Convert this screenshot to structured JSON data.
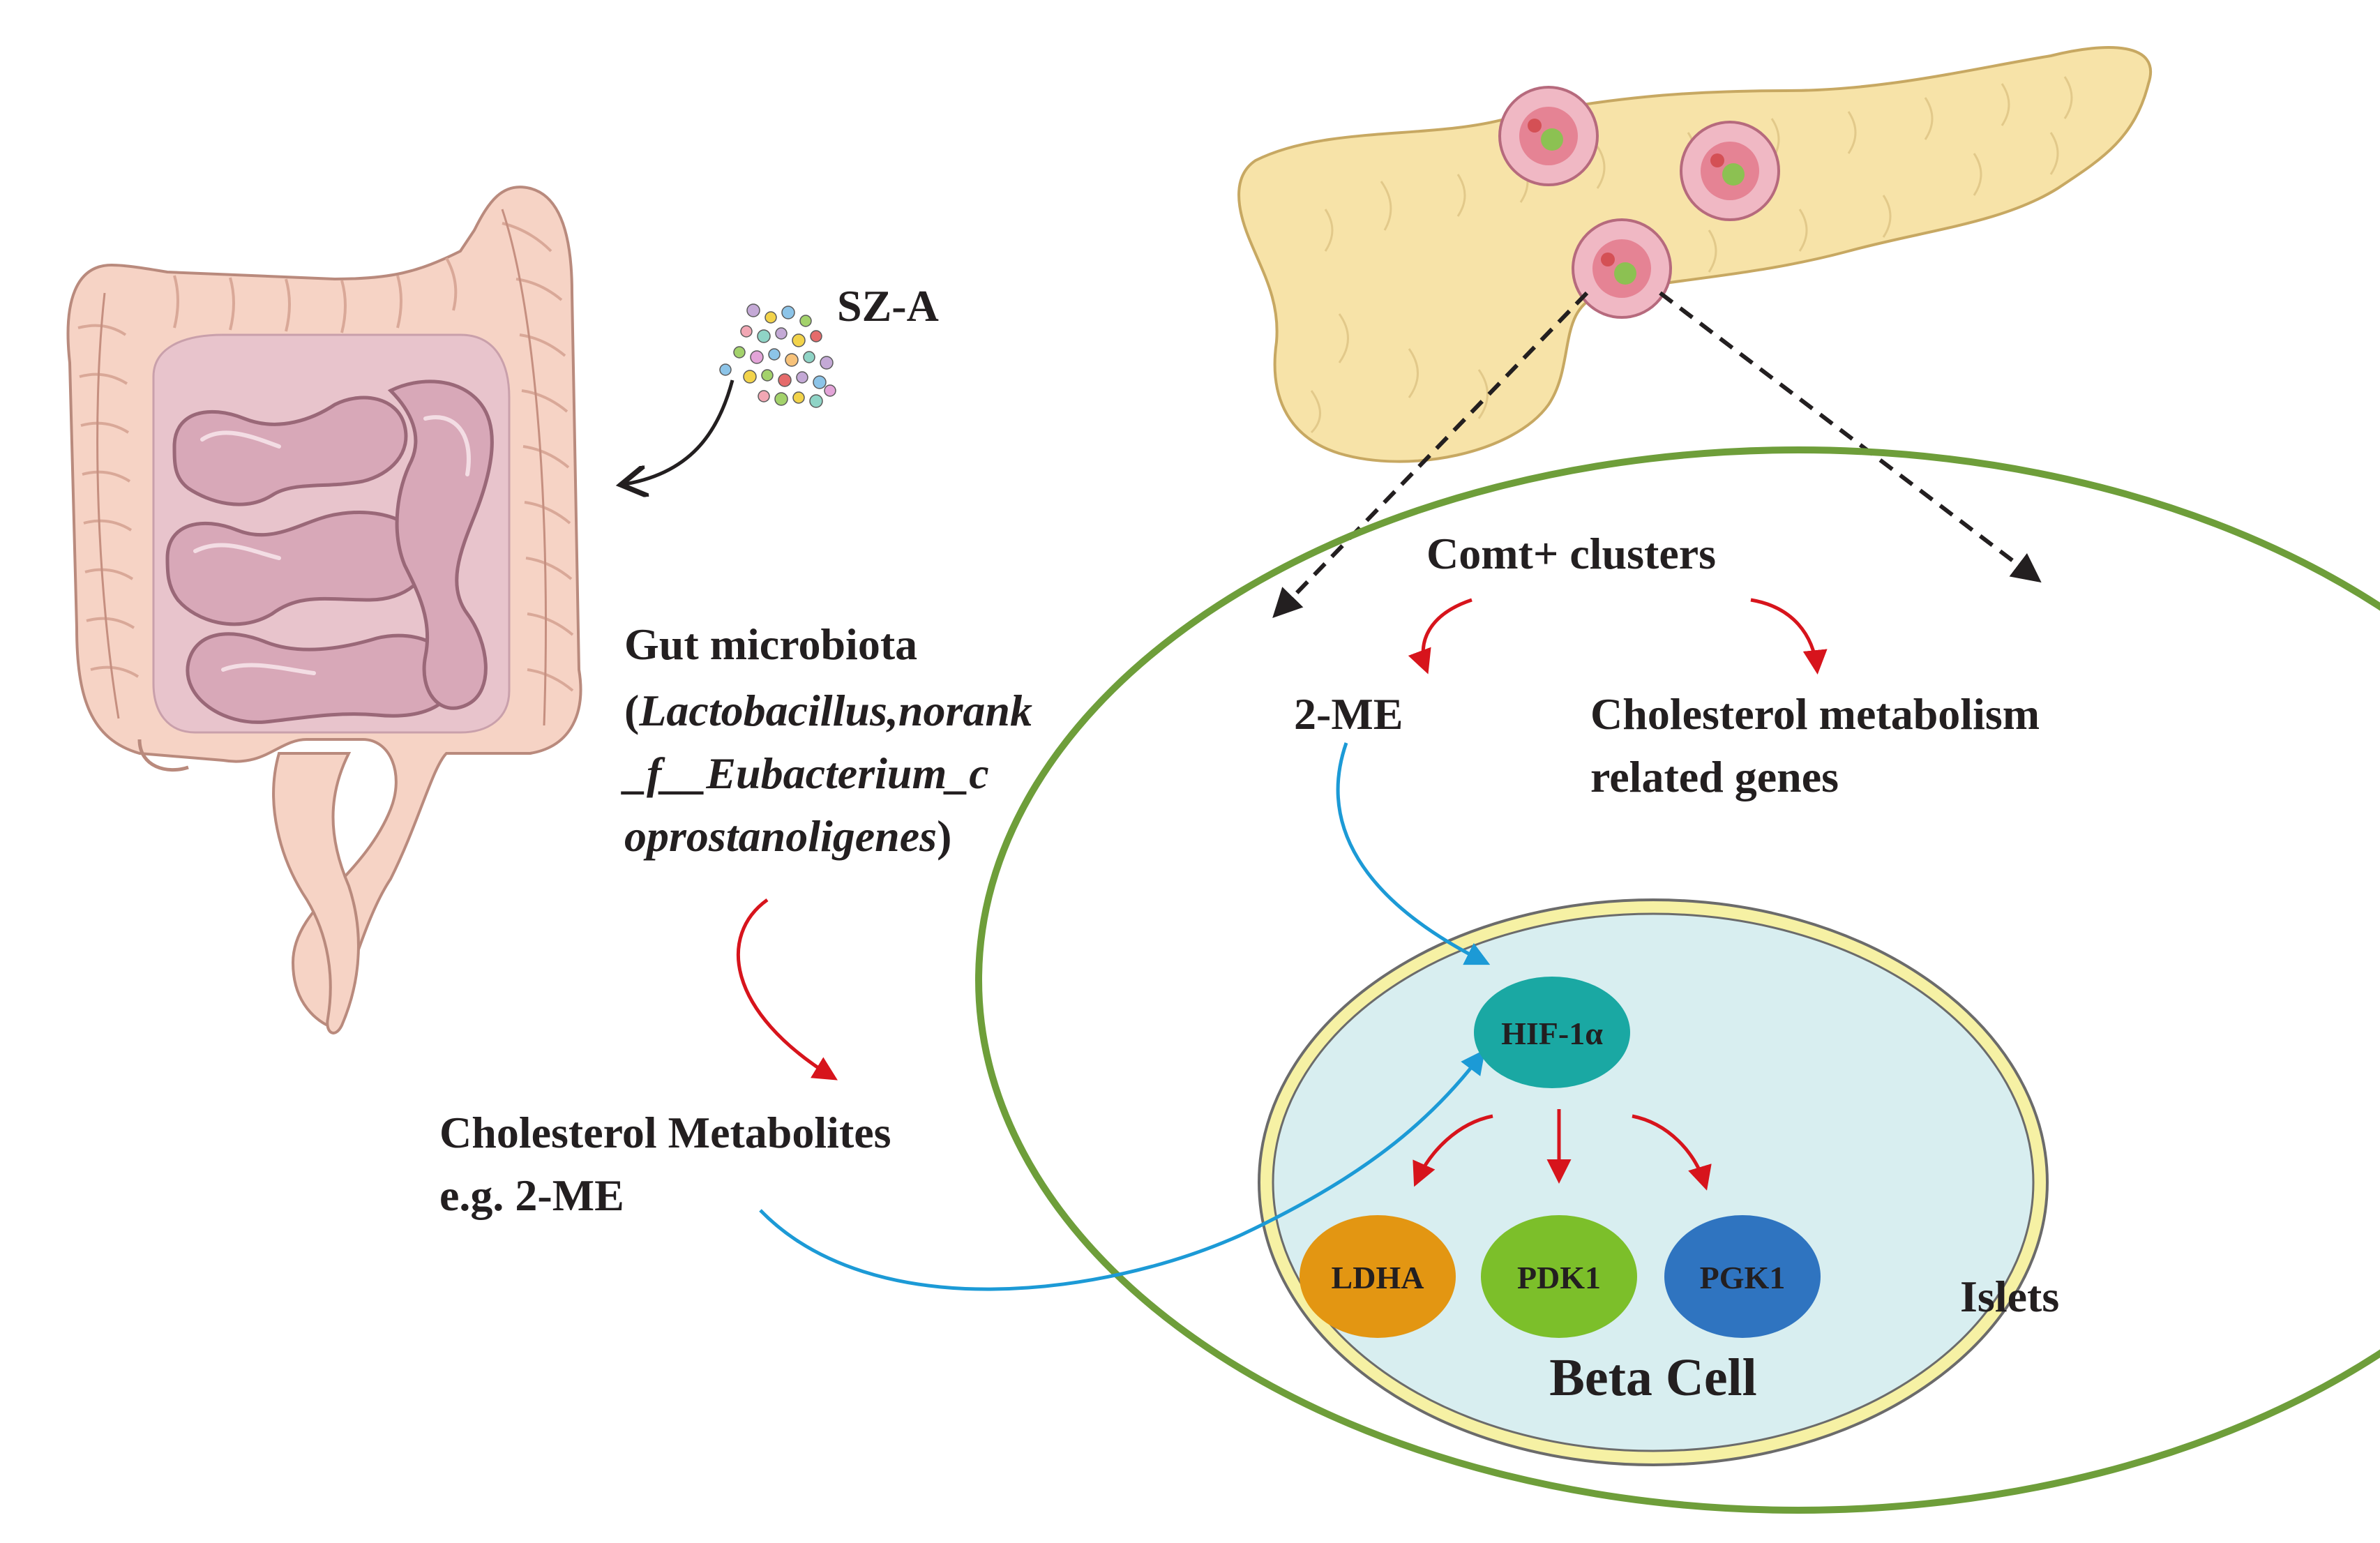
{
  "labels": {
    "sza": "SZ-A",
    "gut_microbiota": "Gut microbiota",
    "genera_line1_open": "(",
    "genera_line1_italic": "Lactobacillus,norank",
    "genera_line2_italic": "_f__Eubacterium_c",
    "genera_line3_italic": "oprostanoligenes",
    "genera_line3_close": ")",
    "cholesterol_metabolites": "Cholesterol Metabolites",
    "eg_2me": "e.g. 2-ME",
    "comt_clusters": "Comt+ clusters",
    "two_me": "2-ME",
    "chol_genes_line1": "Cholesterol metabolism",
    "chol_genes_line2": "related genes",
    "hif": "HIF-1α",
    "ldha": "LDHA",
    "pdk1": "PDK1",
    "pgk1": "PGK1",
    "beta_cell": "Beta Cell",
    "islets": "Islets"
  },
  "colors": {
    "red_arrow": "#d7141c",
    "blue_arrow": "#1c9ad6",
    "islet_ring": "#6e9e3a",
    "beta_cell_fill": "#d8eef0",
    "beta_cell_ring": "#f6f1a4",
    "hif": "#1aa8a3",
    "ldha": "#e39612",
    "pdk1": "#7cbf2a",
    "pgk1": "#2f74c0",
    "pancreas": "#f7e3a8",
    "intestine_outer": "#f6d3c5",
    "intestine_inner": "#d9a9b7"
  },
  "icons": [
    "large-intestine-illustration",
    "pancreas-illustration",
    "pill-dots-icon",
    "islet-cell-icon"
  ]
}
